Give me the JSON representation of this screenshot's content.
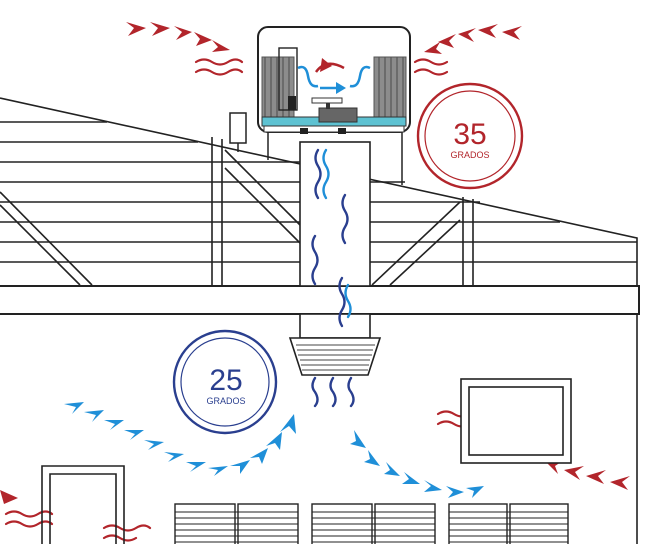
{
  "labels": {
    "outside_temp_value": "35",
    "outside_temp_unit": "GRADOS",
    "inside_temp_value": "25",
    "inside_temp_unit": "GRADOS"
  },
  "colors": {
    "hot": "#b2252b",
    "cool": "#1f8fd8",
    "cool_dark": "#2a3f8f",
    "line": "#222222",
    "unit_gray": "#7a7a7a",
    "pad_teal": "#5ec2d2"
  }
}
